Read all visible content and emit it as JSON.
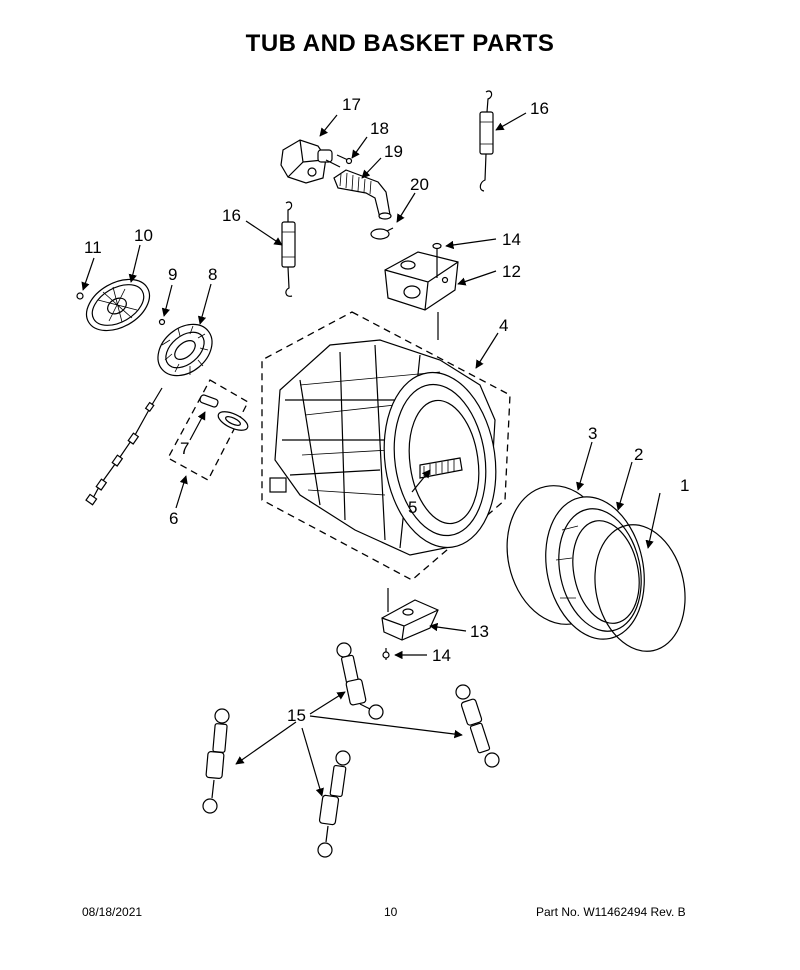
{
  "title": "TUB AND BASKET PARTS",
  "callouts": [
    "1",
    "2",
    "3",
    "4",
    "5",
    "6",
    "7",
    "8",
    "9",
    "10",
    "11",
    "12",
    "13",
    "14",
    "14",
    "15",
    "16",
    "16",
    "17",
    "18",
    "19",
    "20"
  ],
  "footer": {
    "date": "08/18/2021",
    "page": "10",
    "part_no": "Part No.  W11462494  Rev.  B"
  }
}
